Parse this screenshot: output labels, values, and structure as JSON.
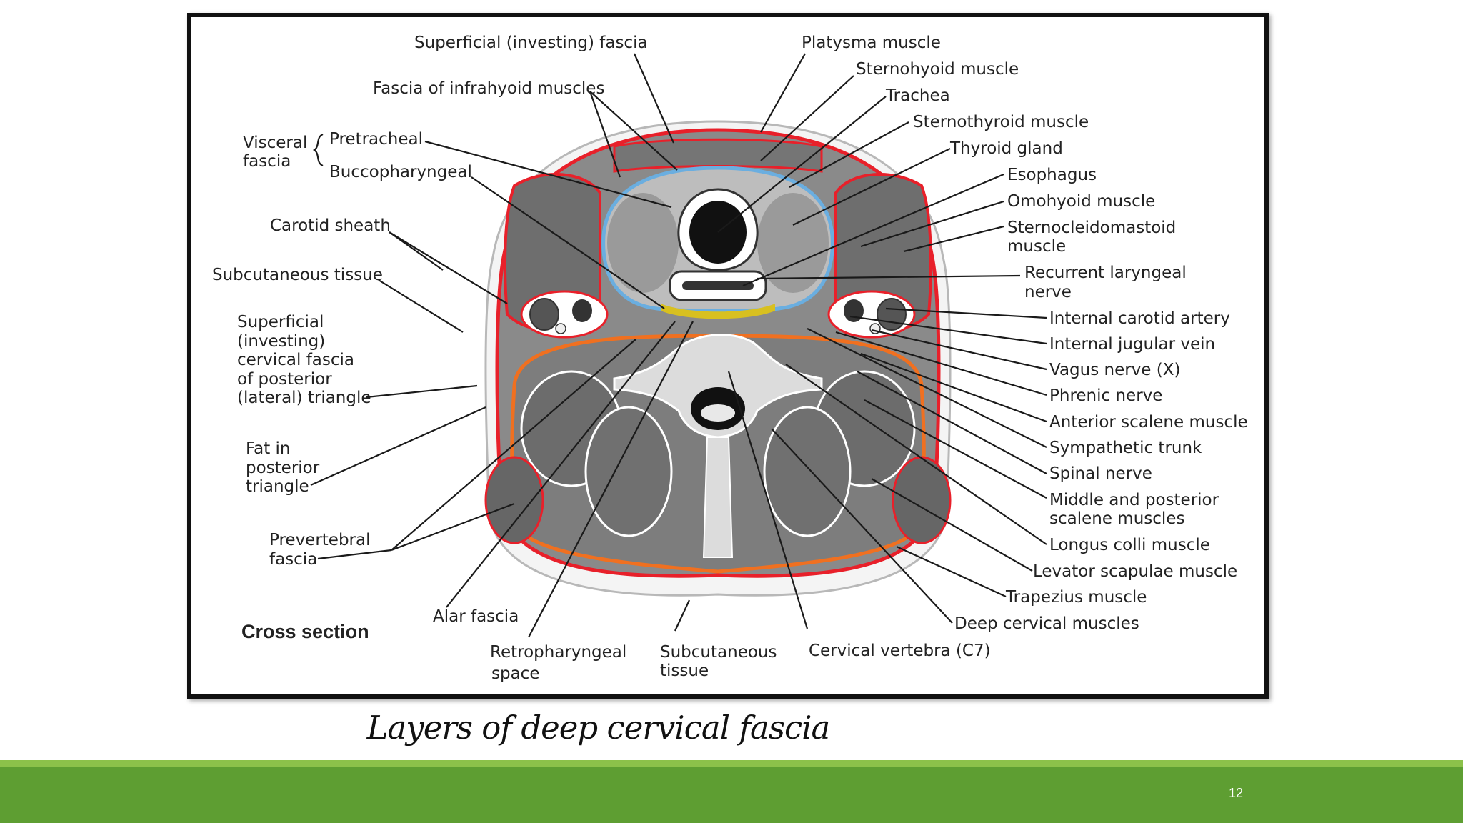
{
  "caption": "Layers of deep cervical fascia",
  "page_number": "12",
  "colors": {
    "footer_bar": "#5e9e32",
    "footer_stripe": "#8cc14a",
    "investing_fascia": "#e8202a",
    "pretracheal_fascia": "#6aaee0",
    "prevertebral_fascia": "#f07020",
    "buccopharyngeal_fascia": "#d8c020",
    "muscle": "#7a7a7a"
  },
  "diagram": {
    "section_title": "Cross section",
    "labels": {
      "superficial_investing_fascia": "Superficial (investing) fascia",
      "fascia_infrahyoid": "Fascia of infrahyoid muscles",
      "visceral_fascia": [
        "Visceral",
        "fascia"
      ],
      "pretracheal": "Pretracheal",
      "buccopharyngeal": "Buccopharyngeal",
      "carotid_sheath": "Carotid sheath",
      "subcutaneous_tissue_left": "Subcutaneous tissue",
      "superficial_posterior_triangle": [
        "Superficial",
        "(investing)",
        "cervical fascia",
        "of posterior",
        "(lateral) triangle"
      ],
      "fat_posterior_triangle": [
        "Fat in",
        "posterior",
        "triangle"
      ],
      "prevertebral_fascia": [
        "Prevertebral",
        "fascia"
      ],
      "alar_fascia": "Alar fascia",
      "retropharyngeal_space": [
        "Retropharyngeal",
        "space"
      ],
      "subcutaneous_tissue_bottom": [
        "Subcutaneous",
        "tissue"
      ],
      "cervical_vertebra": "Cervical vertebra (C7)",
      "platysma_muscle": "Platysma muscle",
      "sternohyoid_muscle": "Sternohyoid muscle",
      "trachea": "Trachea",
      "sternothyroid_muscle": "Sternothyroid muscle",
      "thyroid_gland": "Thyroid gland",
      "esophagus": "Esophagus",
      "omohyoid_muscle": "Omohyoid muscle",
      "sternocleidomastoid": [
        "Sternocleidomastoid",
        "muscle"
      ],
      "recurrent_laryngeal": [
        "Recurrent laryngeal",
        "nerve"
      ],
      "internal_carotid": "Internal carotid artery",
      "internal_jugular": "Internal jugular vein",
      "vagus_nerve": "Vagus nerve (X)",
      "phrenic_nerve": "Phrenic nerve",
      "anterior_scalene": "Anterior scalene muscle",
      "sympathetic_trunk": "Sympathetic trunk",
      "spinal_nerve": "Spinal nerve",
      "middle_posterior_scalene": [
        "Middle and posterior",
        "scalene muscles"
      ],
      "longus_colli": "Longus colli muscle",
      "levator_scapulae": "Levator scapulae muscle",
      "trapezius": "Trapezius muscle",
      "deep_cervical": "Deep cervical muscles"
    }
  }
}
